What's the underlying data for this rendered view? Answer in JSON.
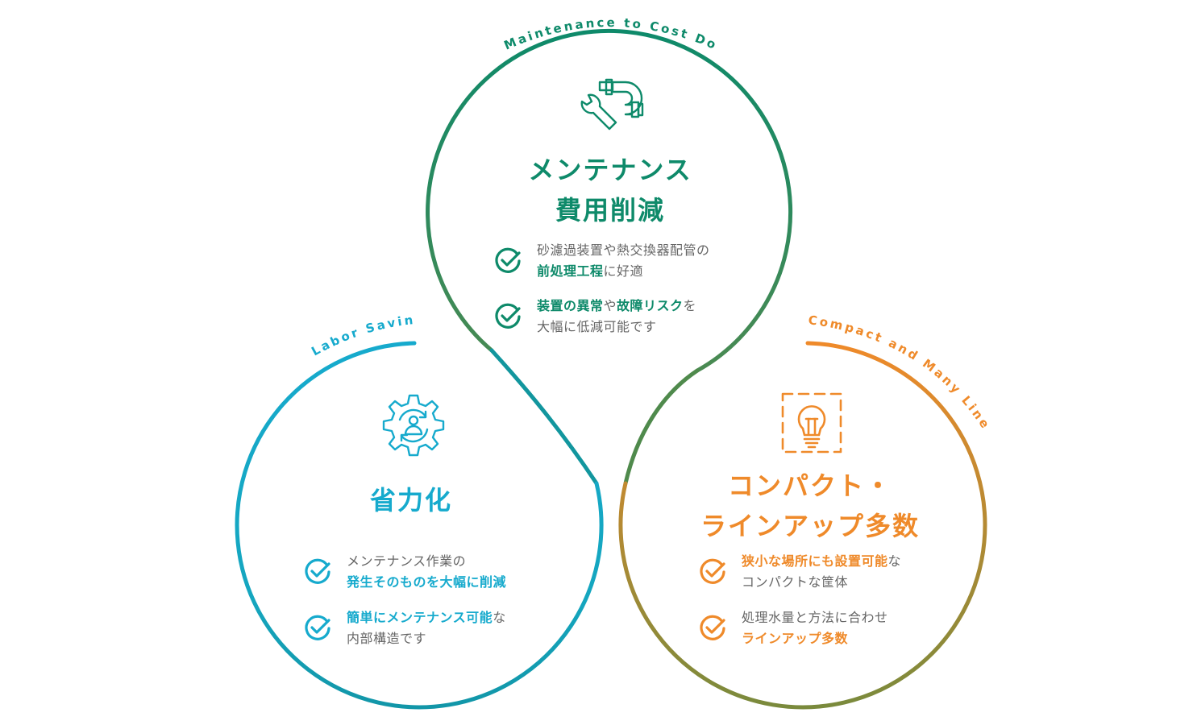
{
  "colors": {
    "green": "#0e8a6a",
    "blue": "#16aacd",
    "orange": "#ef8a2a",
    "olive": "#7a8a3c",
    "body_text": "#666666"
  },
  "sections": {
    "maintenance": {
      "arc_label": "Maintenance to Cost Down",
      "icon": "wrench-pipe-icon",
      "title_line1": "メンテナンス",
      "title_line2": "費用削減",
      "features": [
        {
          "line1": "砂濾過装置や熱交換器配管の",
          "line2_highlight": "前処理工程",
          "line2_rest": "に好適"
        },
        {
          "line1_hl1": "装置の異常",
          "line1_mid": "や",
          "line1_hl2": "故障リスク",
          "line1_rest": "を",
          "line2": "大幅に低減可能です"
        }
      ]
    },
    "labor": {
      "arc_label": "Labor Saving",
      "icon": "gear-person-icon",
      "title": "省力化",
      "features": [
        {
          "line1": "メンテナンス作業の",
          "line2_highlight": "発生そのものを大幅に削減"
        },
        {
          "line1_highlight": "簡単にメンテナンス可能",
          "line1_rest": "な",
          "line2": "内部構造です"
        }
      ]
    },
    "compact": {
      "arc_label": "Compact and Many Lineups",
      "icon": "lightbulb-icon",
      "title_line1": "コンパクト・",
      "title_line2": "ラインアップ多数",
      "features": [
        {
          "line1_highlight": "狭小な場所にも設置可能",
          "line1_rest": "な",
          "line2": "コンパクトな筐体"
        },
        {
          "line1": "処理水量と方法に合わせ",
          "line2_highlight": "ラインアップ多数"
        }
      ]
    }
  }
}
